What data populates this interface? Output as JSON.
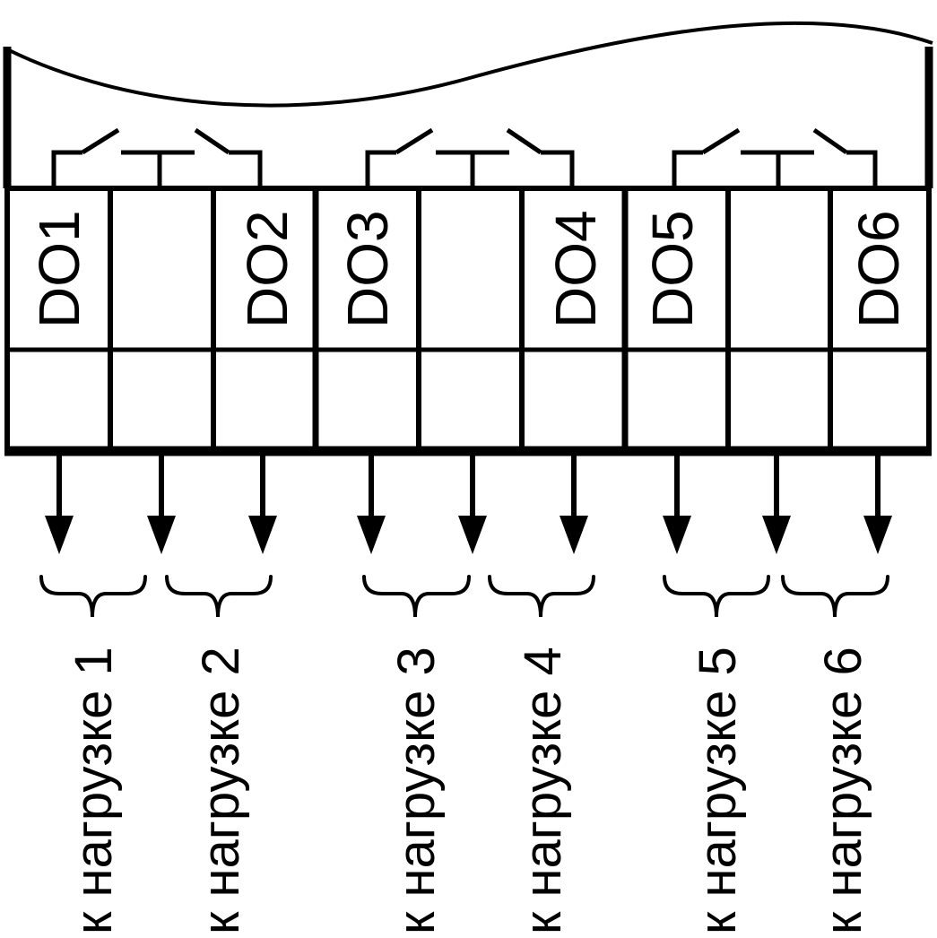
{
  "diagram": {
    "terminals": [
      {
        "label": "DO1"
      },
      {
        "label": ""
      },
      {
        "label": "DO2"
      },
      {
        "label": "DO3"
      },
      {
        "label": ""
      },
      {
        "label": "DO4"
      },
      {
        "label": "DO5"
      },
      {
        "label": ""
      },
      {
        "label": "DO6"
      }
    ],
    "loads": [
      {
        "label": "к нагрузке 1"
      },
      {
        "label": "к нагрузке 2"
      },
      {
        "label": "к нагрузке 3"
      },
      {
        "label": "к нагрузке 4"
      },
      {
        "label": "к нагрузке 5"
      },
      {
        "label": "к нагрузке 6"
      }
    ],
    "relay_groups": 3,
    "colors": {
      "stroke": "#000000",
      "background": "#ffffff"
    }
  }
}
